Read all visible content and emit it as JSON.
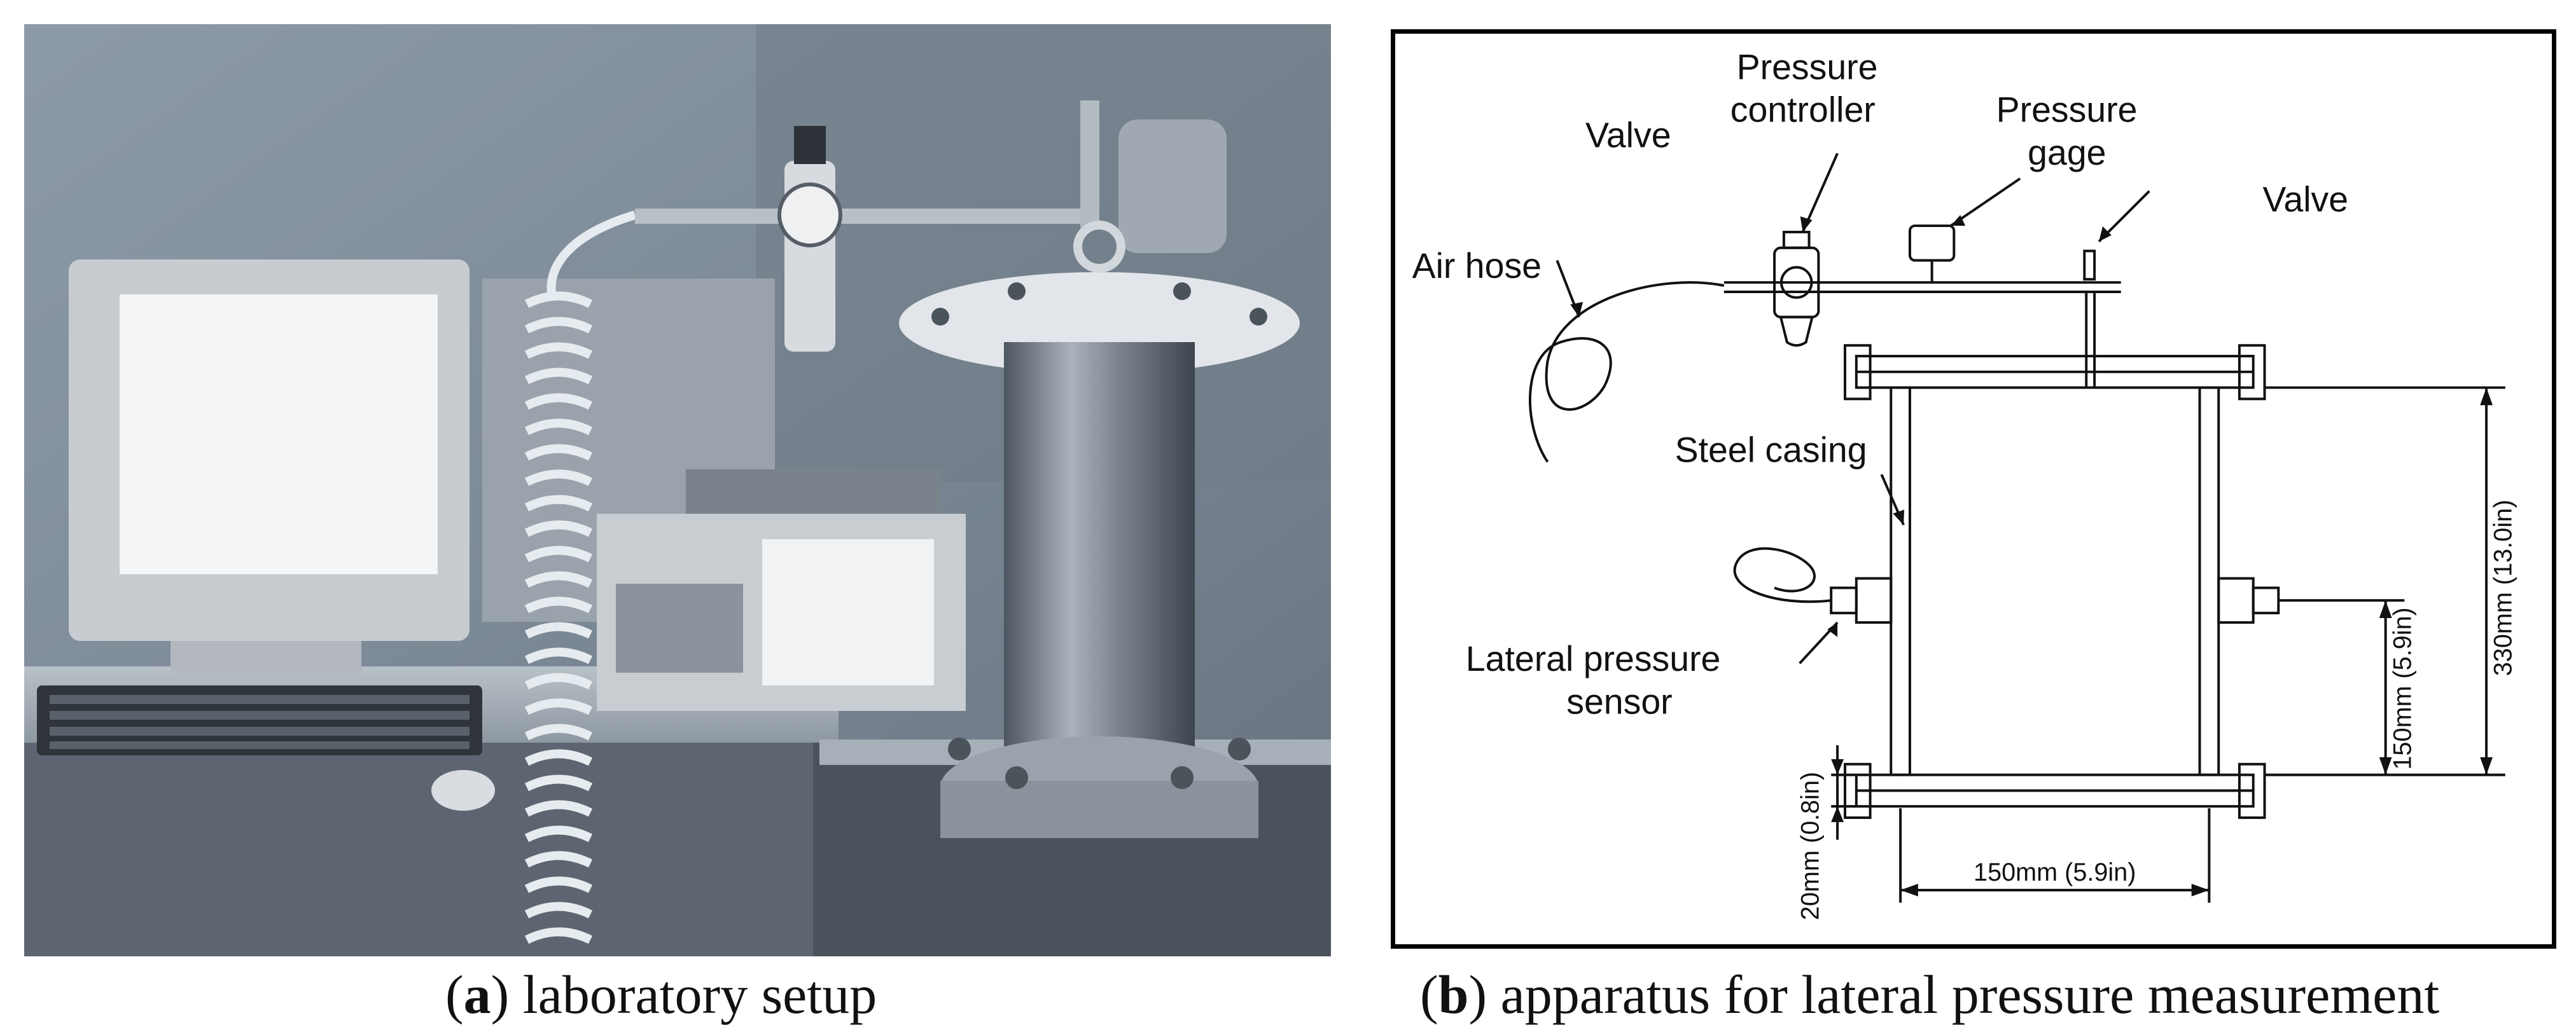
{
  "captions": {
    "a": {
      "letter": "a",
      "text": "laboratory setup"
    },
    "b": {
      "letter": "b",
      "text": "apparatus for lateral pressure measurement"
    }
  },
  "diagram": {
    "labels": {
      "pressure_controller_line1": "Pressure",
      "pressure_controller_line2": "controller",
      "valve_left": "Valve",
      "pressure_gage_line1": "Pressure",
      "pressure_gage_line2": "gage",
      "valve_right": "Valve",
      "air_hose": "Air hose",
      "steel_casing": "Steel casing",
      "lateral_sensor_line1": "Lateral pressure",
      "lateral_sensor_line2": "sensor"
    },
    "dimensions": {
      "height_total": "330mm (13.0in)",
      "height_sensor": "150mm (5.9in)",
      "width": "150mm (5.9in)",
      "flange": "20mm (0.8in)"
    }
  }
}
